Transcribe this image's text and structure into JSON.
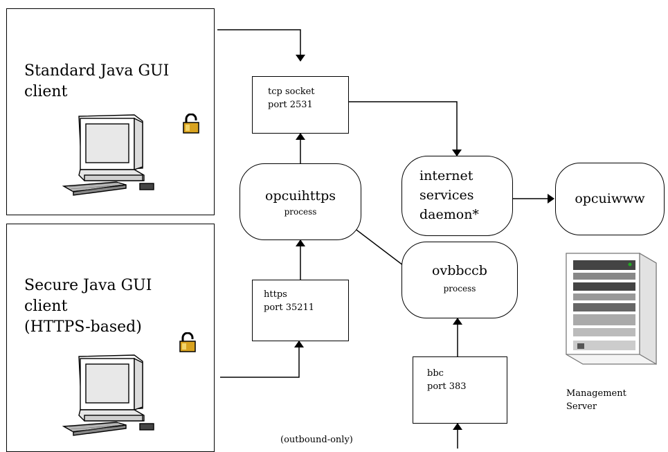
{
  "clients": {
    "standard_label": "Standard Java GUI\nclient",
    "secure_label": "Secure Java GUI\nclient\n(HTTPS-based)"
  },
  "ports": {
    "tcp": "tcp socket\nport 2531",
    "https": "https\nport 35211",
    "bbc": "bbc\nport 383"
  },
  "processes": {
    "opcuihttps": "opcuihttps",
    "opcuihttps_sub": "process",
    "ovbbccb": "ovbbccb",
    "ovbbccb_sub": "process",
    "inetd": "internet\nservices\ndaemon*",
    "opcuiwww": "opcuiwww"
  },
  "server": {
    "label": "Management\nServer"
  },
  "footer": {
    "outbound": "(outbound-only)"
  },
  "icons": [
    "computer-icon",
    "padlock-icon",
    "server-tower-icon"
  ]
}
